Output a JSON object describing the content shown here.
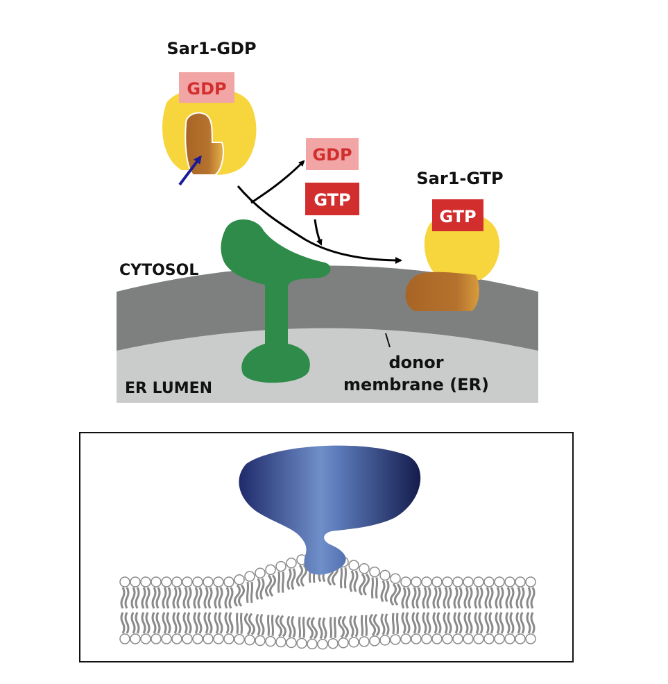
{
  "top_diagram": {
    "sar1_gdp_label": "Sar1-GDP",
    "sar1_gtp_label": "Sar1-GTP",
    "gdp_badge": "GDP",
    "gdp_released_badge": "GDP",
    "gtp_incoming_badge": "GTP",
    "gtp_bound_badge": "GTP",
    "cytosol_label": "CYTOSOL",
    "er_lumen_label": "ER LUMEN",
    "donor_line1": "donor",
    "donor_line2": "membrane (ER)"
  },
  "colors": {
    "sar1_body": "#f7d53c",
    "sar1_helix": "#b5722e",
    "gef": "#2e8b4a",
    "membrane": "#7d807e",
    "lumen": "#c9cccb",
    "badge_red": "#d32e2e",
    "badge_pink": "#f2a5a5",
    "gdp_text": "#d32e2e",
    "arrow": "#000000",
    "pointer_arrow": "#1b1b99",
    "lipid_head": "#ffffff",
    "lipid_tail": "#8a8a8a",
    "protein_dark": "#1f2a6b",
    "protein_light": "#6f8fc9"
  }
}
